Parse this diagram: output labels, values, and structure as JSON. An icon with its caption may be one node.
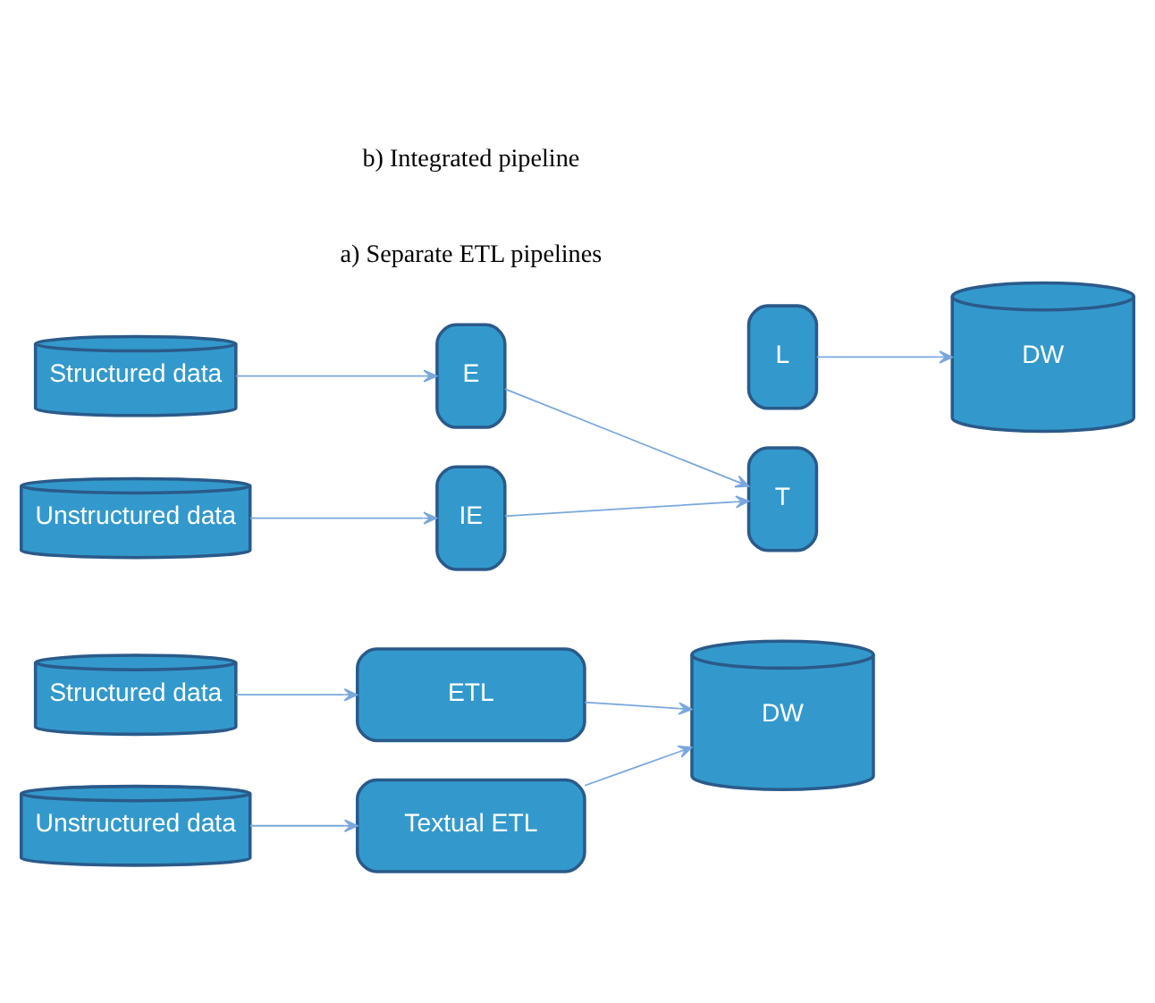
{
  "diagram": {
    "nodes": [
      {
        "text": [
          "Structured data"
        ]
      },
      {
        "text": [
          "Unstructured data"
        ]
      },
      {
        "text": [
          "ETL"
        ]
      },
      {
        "text": [
          "Textual ETL"
        ]
      },
      {
        "text": [
          "DW"
        ]
      },
      {
        "text": [
          "Structured data"
        ]
      },
      {
        "text": [
          "Unstructured data"
        ]
      },
      {
        "text": [
          "E"
        ]
      },
      {
        "text": [
          "IE"
        ]
      },
      {
        "text": [
          "T"
        ]
      },
      {
        "text": [
          "L"
        ]
      },
      {
        "text": [
          "DW"
        ]
      }
    ],
    "edges": [
      {
        "from": 0,
        "to": 2,
        "arrow": "to"
      },
      {
        "from": 1,
        "to": 3,
        "arrow": "to"
      },
      {
        "from": 2,
        "to": 4,
        "arrow": "to"
      },
      {
        "from": 3,
        "to": 4,
        "arrow": "to"
      },
      {
        "from": 5,
        "to": 7,
        "arrow": "to"
      },
      {
        "from": 6,
        "to": 8,
        "arrow": "to"
      },
      {
        "from": 7,
        "to": 9,
        "arrow": "to"
      },
      {
        "from": 8,
        "to": 9,
        "arrow": "to"
      },
      {
        "from": 10,
        "to": 11,
        "arrow": "to"
      }
    ],
    "labels": [
      "a) Separate ETL pipelines",
      "b) Integrated pipeline"
    ]
  }
}
